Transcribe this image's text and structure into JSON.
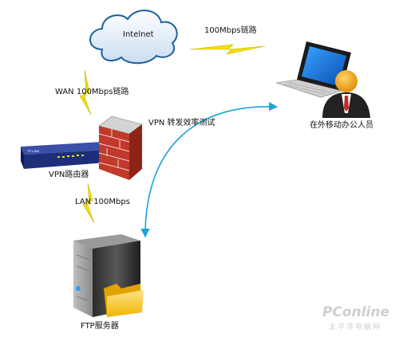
{
  "nodes": {
    "internet": {
      "label": "Intelnet"
    },
    "router": {
      "label": "VPN路由器",
      "brand": "TP-LINK"
    },
    "laptop_user": {
      "label": "在外移动办公人员"
    },
    "ftp_server": {
      "label": "FTP服务器"
    }
  },
  "links": {
    "internet_to_user": {
      "label": "100Mbps链路",
      "style": "lightning"
    },
    "internet_to_router": {
      "label": "WAN 100Mbps链路",
      "style": "lightning"
    },
    "router_to_server": {
      "label": "LAN 100Mbps",
      "style": "lightning"
    },
    "vpn_test": {
      "label": "VPN 转发效率测试",
      "style": "curved-arrow"
    }
  },
  "watermark": {
    "brand": "PConline",
    "subtitle": "太平洋电脑网"
  },
  "colors": {
    "lightning": "#f2e000",
    "arrow": "#1aa3d9",
    "cloud_stroke": "#1a5f9e",
    "router_body": "#1d2e7a",
    "firewall": "#c0392b"
  }
}
